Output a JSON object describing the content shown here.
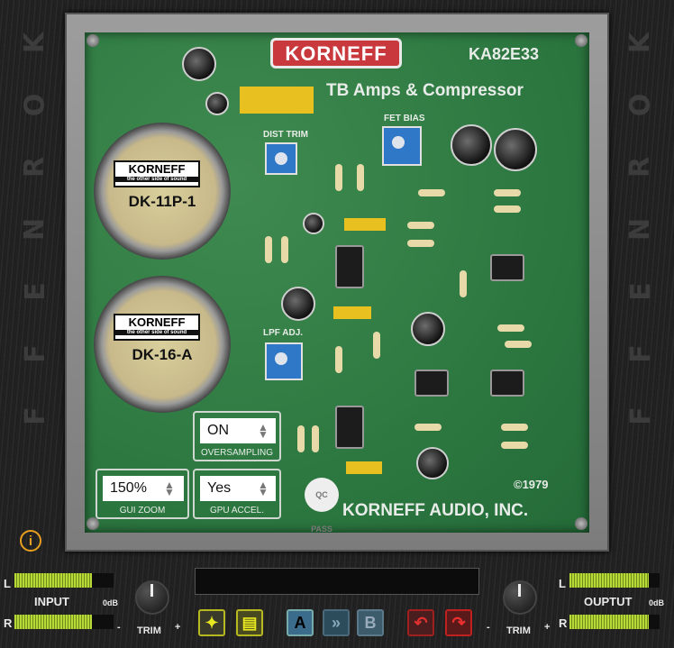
{
  "brand": "KORNEFF",
  "model": "KA82E33",
  "subtitle": "TB Amps & Compressor",
  "copyright": "©1979",
  "maker": "KORNEFF AUDIO, INC.",
  "side_letters": [
    "K",
    "O",
    "R",
    "N",
    "E",
    "F",
    "F"
  ],
  "tubes": [
    {
      "logo": "KORNEFF",
      "tagline": "the other side of sound",
      "name": "DK-11P-1"
    },
    {
      "logo": "KORNEFF",
      "tagline": "the other side of sound",
      "name": "DK-16-A"
    }
  ],
  "trimmers": {
    "dist": "DIST TRIM",
    "fet": "FET BIAS",
    "lpf": "LPF ADJ."
  },
  "qc": "QC PASS",
  "controls": {
    "oversampling": {
      "value": "ON",
      "label": "OVERSAMPLING"
    },
    "gui_zoom": {
      "value": "150%",
      "label": "GUI ZOOM"
    },
    "gpu_accel": {
      "value": "Yes",
      "label": "GPU ACCEL."
    }
  },
  "meters": {
    "input": {
      "label": "INPUT",
      "l": "L",
      "r": "R",
      "db": "0dB",
      "level_l": 0.78,
      "level_r": 0.78
    },
    "output": {
      "label": "OUPTUT",
      "l": "L",
      "r": "R",
      "db": "0dB",
      "level_l": 0.88,
      "level_r": 0.88
    }
  },
  "knobs": {
    "trim_label": "TRIM",
    "minus": "-",
    "plus": "+"
  },
  "toolbar": {
    "a": "A",
    "ab": "»",
    "b": "B"
  },
  "icons": {
    "info": "info-icon",
    "bulb": "lightbulb-icon",
    "book": "book-icon",
    "undo": "undo-icon",
    "redo": "redo-icon"
  },
  "colors": {
    "board": "#2e7a42",
    "brand_red": "#c8383c",
    "meter": "#b8d838",
    "info": "#e8a020"
  }
}
